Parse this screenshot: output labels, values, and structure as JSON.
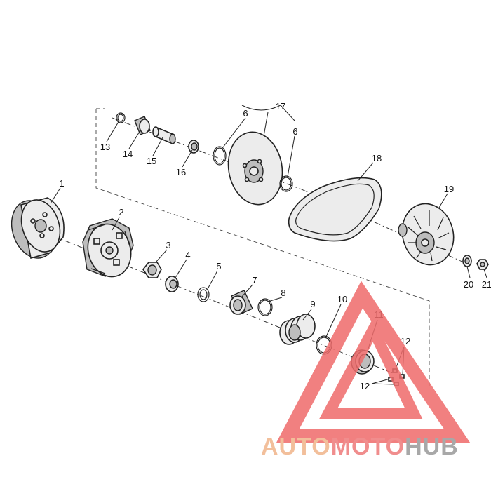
{
  "diagram": {
    "callouts": [
      "1",
      "2",
      "3",
      "4",
      "5",
      "6",
      "7",
      "8",
      "9",
      "10",
      "11",
      "12",
      "13",
      "14",
      "15",
      "16",
      "17",
      "18",
      "19",
      "20",
      "21"
    ],
    "callout_labels": {
      "c1": "1",
      "c2": "2",
      "c3": "3",
      "c4": "4",
      "c5": "5",
      "c6a": "6",
      "c6b": "6",
      "c7": "7",
      "c8": "8",
      "c9": "9",
      "c10": "10",
      "c11": "11",
      "c12a": "12",
      "c12b": "12",
      "c13": "13",
      "c14": "14",
      "c15": "15",
      "c16": "16",
      "c17": "17",
      "c18": "18",
      "c19": "19",
      "c20": "20",
      "c21": "21"
    }
  },
  "watermark": {
    "word_part1": "AUTO",
    "word_part2": "MOTO",
    "word_part3": "HUB",
    "color_part1": "#f0b48a",
    "color_part2": "#ee7a7a",
    "color_part3": "#9a9a9a",
    "triangle_color": "#ef6b6b"
  }
}
